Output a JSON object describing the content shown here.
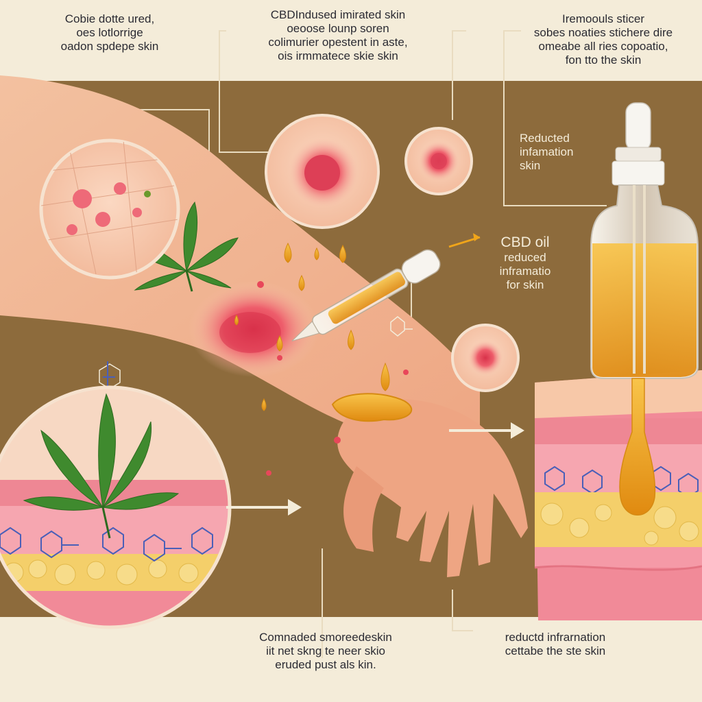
{
  "colors": {
    "cream": "#f4ecd9",
    "brown": "#8d6b3c",
    "skin": "#f1b58f",
    "inflamed": "#e8475a",
    "oil": "#f0a51a",
    "leaf": "#3f8a2e",
    "tissue_pink": "#f49aa5",
    "tissue_fat": "#f4cf6a",
    "molecule": "#4a5fb8"
  },
  "captions": {
    "top_left": [
      "Cobie dotte ured,",
      "oes lotlorrige",
      "oadon spdepe skin"
    ],
    "top_center": [
      "CBDIndused imirated skin",
      "oeoose lounp soren",
      "colimurier opestent in aste,",
      "ois irmmatece skie skin"
    ],
    "top_right": [
      "Iremoouls sticer",
      "sobes noaties stichere dire",
      "omeabe all ries copoatio,",
      "fon tto the skin"
    ],
    "right_mid": [
      "Reducted",
      "infamation",
      "skin"
    ],
    "center_oil": [
      "CBD oil",
      "reduced",
      "inframatio",
      "for skin"
    ],
    "bottom_center": [
      "Comnaded smoreedeskin",
      "iit net skng te neer skio",
      "eruded pust als kin."
    ],
    "bottom_right": [
      "reductd infrarnation",
      "cettabe the ste skin"
    ]
  },
  "icons": {
    "leaf_main": "cannabis-leaf-icon",
    "leaf_small": "cannabis-leaf-icon",
    "dropper": "dropper-icon",
    "bottle": "oil-bottle-icon",
    "molecule": "hexagon-molecule-icon",
    "arrow": "arrow-right-icon"
  }
}
